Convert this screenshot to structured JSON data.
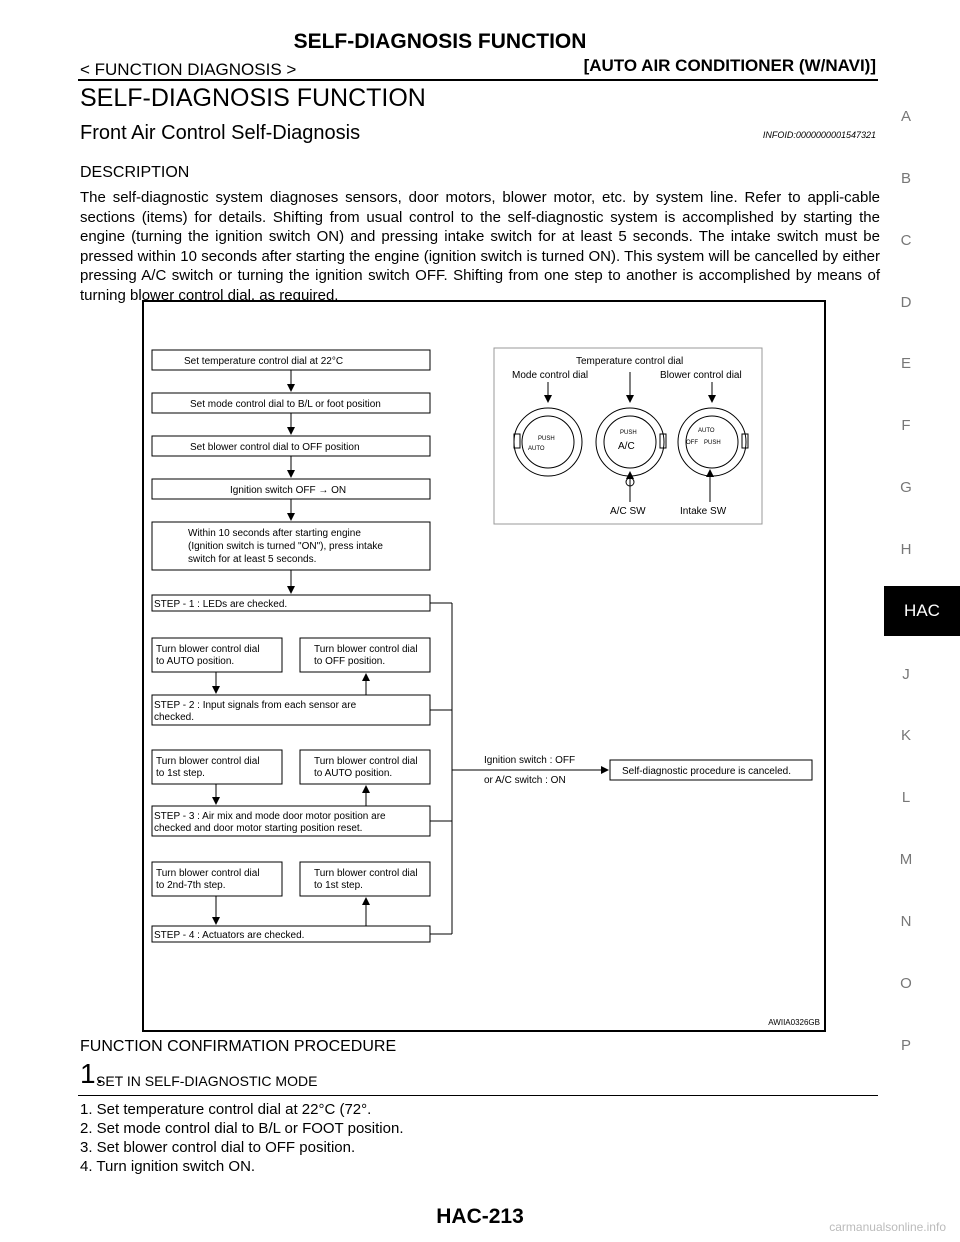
{
  "header": {
    "title": "SELF-DIAGNOSIS FUNCTION",
    "left_label": "< FUNCTION DIAGNOSIS >",
    "right_label": "[AUTO AIR CONDITIONER (W/NAVI)]"
  },
  "section_title": "SELF-DIAGNOSIS FUNCTION",
  "subsection": {
    "title": "Front Air Control Self-Diagnosis",
    "info_id": "INFOID:0000000001547321"
  },
  "description": {
    "heading": "DESCRIPTION",
    "text": "The self-diagnostic system diagnoses sensors, door motors, blower motor, etc. by system line. Refer to appli-cable sections (items) for details. Shifting from usual control to the self-diagnostic system is accomplished by starting the engine (turning the ignition switch ON) and pressing intake switch for at least 5 seconds. The intake switch must be pressed within 10 seconds after starting the engine (ignition switch is turned ON). This system will be cancelled by either pressing A/C switch or turning the ignition switch OFF. Shifting from one step to another is accomplished by means of turning blower control dial, as required."
  },
  "figure": {
    "code": "AWIIA0326GB",
    "flow": {
      "box1": "Set temperature control dial at 22°C",
      "box2": "Set mode control dial to B/L or foot position",
      "box3": "Set blower control dial to OFF position",
      "box4": "Ignition switch OFF → ON",
      "box5": [
        "Within 10 seconds after starting engine",
        "(Ignition switch is turned \"ON\"), press intake",
        "switch for at least 5 seconds."
      ],
      "step1": "STEP - 1 : LEDs are checked.",
      "b1_left": [
        "Turn blower control dial",
        "to AUTO position."
      ],
      "b1_right": [
        "Turn blower control dial",
        "to OFF position."
      ],
      "step2": [
        "STEP - 2 : Input signals from each sensor are",
        "checked."
      ],
      "b2_left": [
        "Turn blower control dial",
        "to 1st step."
      ],
      "b2_right": [
        "Turn blower control dial",
        "to AUTO position."
      ],
      "step3": [
        "STEP - 3 : Air mix and mode door motor position are",
        "checked and door motor starting position reset."
      ],
      "b3_left": [
        "Turn blower control dial",
        "to 2nd-7th step."
      ],
      "b3_right": [
        "Turn blower control dial",
        "to 1st step."
      ],
      "step4": "STEP - 4 : Actuators are checked.",
      "cancel_cond1": "Ignition switch : OFF",
      "cancel_cond2": "or A/C switch : ON",
      "cancel_box": "Self-diagnostic procedure is canceled."
    },
    "panel": {
      "temp_label": "Temperature control dial",
      "mode_label": "Mode control dial",
      "blower_label": "Blower control dial",
      "ac_sw": "A/C SW",
      "intake_sw": "Intake SW",
      "push": "PUSH",
      "auto": "AUTO",
      "ac": "A/C",
      "off": "OFF"
    }
  },
  "procedure": {
    "heading": "FUNCTION CONFIRMATION PROCEDURE",
    "step_number": "1.",
    "step_title": "SET IN SELF-DIAGNOSTIC MODE",
    "items": [
      "1. Set temperature control dial at 22°C (72°.",
      "2. Set mode control dial to B/L or FOOT position.",
      "3. Set blower control dial to OFF position.",
      "4. Turn ignition switch ON."
    ]
  },
  "footer": "HAC-213",
  "side_index": {
    "letters": [
      "A",
      "B",
      "C",
      "D",
      "E",
      "F",
      "G",
      "H",
      "J",
      "K",
      "L",
      "M",
      "N",
      "O",
      "P"
    ],
    "active": "HAC"
  },
  "watermark": "carmanualsonline.info"
}
